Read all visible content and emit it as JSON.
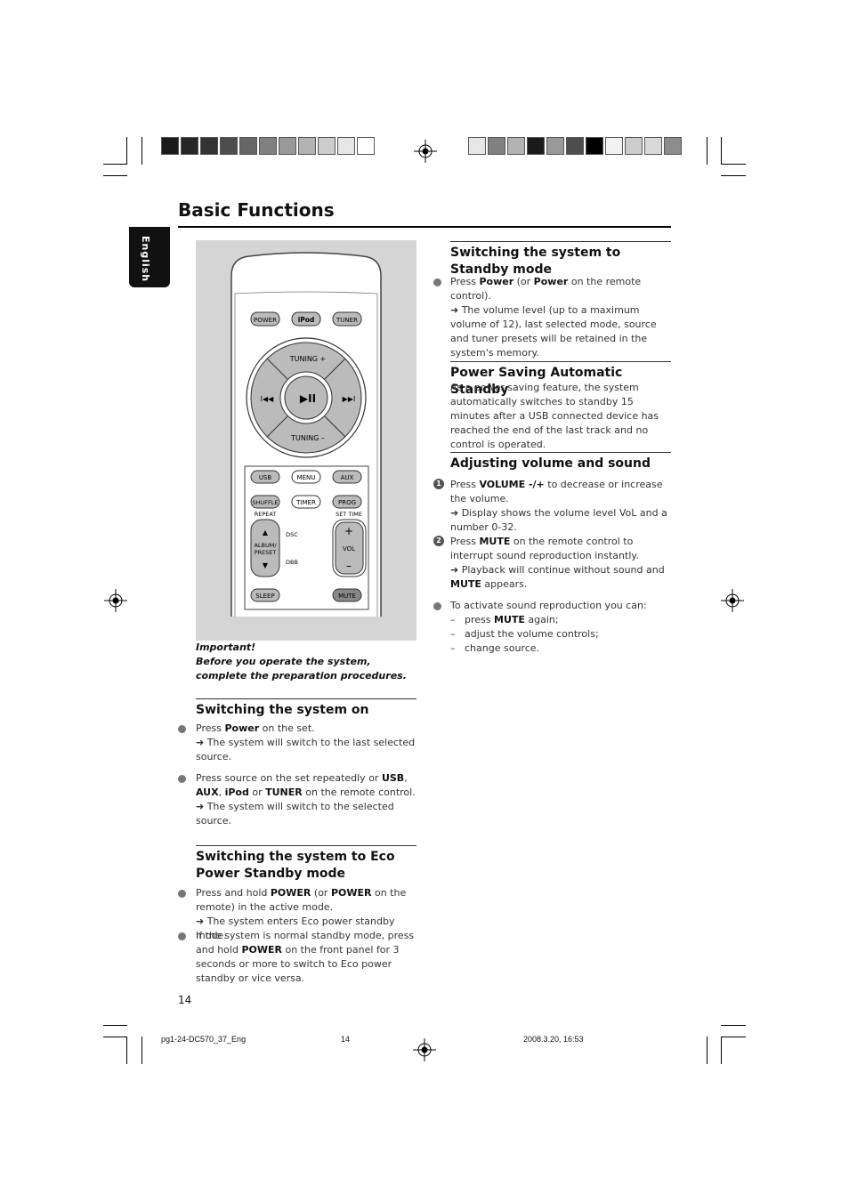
{
  "page": {
    "title": "Basic Functions",
    "language_tab": "English",
    "page_number": "14"
  },
  "colors": {
    "colorbar_left": [
      "#1a1a1a",
      "#262626",
      "#333333",
      "#4d4d4d",
      "#666666",
      "#808080",
      "#999999",
      "#b3b3b3",
      "#cccccc",
      "#e6e6e6",
      "#ffffff"
    ],
    "colorbar_right": [
      "#e6e6e6",
      "#808080",
      "#b3b3b3",
      "#1a1a1a",
      "#999999",
      "#4d4d4d",
      "#000000",
      "#f2f2f2",
      "#cccccc",
      "#d9d9d9",
      "#8c8c8c"
    ],
    "illustration_bg": "#d5d5d5"
  },
  "remote": {
    "buttons_top": [
      "POWER",
      "iPod",
      "TUNER"
    ],
    "tuning_plus": "TUNING +",
    "tuning_minus": "TUNING –",
    "play_pause": "▶II",
    "prev": "I◀◀",
    "next": "▶▶I",
    "row1": [
      "USB",
      "MENU",
      "AUX"
    ],
    "row2": [
      "SHUFFLE",
      "TIMER",
      "PROG"
    ],
    "row2_labels": [
      "REPEAT",
      "SET TIME"
    ],
    "album_preset": [
      "ALBUM/",
      "PRESET"
    ],
    "dsc": "DSC",
    "dbb": "DBB",
    "vol": "VOL",
    "vol_plus": "+",
    "vol_minus": "–",
    "arrow_up": "▲",
    "arrow_down": "▼",
    "bottom": [
      "SLEEP",
      "MUTE"
    ]
  },
  "important": {
    "line1": "Important!",
    "line2": "Before you operate the system, complete the preparation procedures."
  },
  "sections": {
    "switch_on": {
      "heading": "Switching the system on",
      "b1": {
        "pre": "Press ",
        "bold": "Power",
        "post": " on the set.",
        "result": "➜ The system will switch to the last selected source."
      },
      "b2": {
        "t1": "Press source on the set repeatedly or ",
        "b1": "USB",
        "t2": ", ",
        "b2": "AUX",
        "t3": ", ",
        "b3": "iPod",
        "t4": " or ",
        "b4": "TUNER",
        "t5": "  on the remote control.",
        "result": "➜ The system will switch to the selected source."
      }
    },
    "eco": {
      "heading": "Switching the system to Eco Power Standby mode",
      "b1": {
        "t1": "Press  and hold ",
        "b1": "POWER",
        "t2": " (or ",
        "b2": "POWER",
        "t3": " on the remote) in the active mode.",
        "result": "➜ The system enters Eco power standby mode."
      },
      "b2": {
        "t1": "If the system is normal standby mode, press and hold ",
        "b1": "POWER",
        "t2": " on the front panel for 3 seconds or more to switch to Eco power standby or vice versa."
      }
    },
    "standby": {
      "heading": "Switching the system to Standby mode",
      "b1": {
        "t1": "Press ",
        "b1": "Power",
        "t2": " (or ",
        "b2": "Power",
        "t3": " on the remote control).",
        "result": "➜ The volume level (up to a maximum volume of 12), last selected mode, source and tuner presets will be retained in the system's memory."
      }
    },
    "power_saving": {
      "heading": "Power Saving Automatic Standby",
      "body": "As a power-saving feature, the system automatically switches to standby 15 minutes after a USB connected device has reached the end of the last track and no control is operated."
    },
    "volume": {
      "heading": "Adjusting volume and sound",
      "s1": {
        "num": "1",
        "t1": "Press ",
        "b1": "VOLUME -/+",
        "t2": " to decrease or increase the volume.",
        "result": "➜ Display shows the volume level VoL and a number 0-32."
      },
      "s2": {
        "num": "2",
        "t1": "Press ",
        "b1": "MUTE",
        "t2": " on the remote control to interrupt sound reproduction instantly.",
        "result_pre": "➜ Playback will continue without sound and ",
        "result_bold": "MUTE",
        "result_post": " appears."
      },
      "b3": {
        "intro": "To activate sound reproduction you can:",
        "l1_pre": "press ",
        "l1_bold": "MUTE",
        "l1_post": " again;",
        "l2": "adjust the volume controls;",
        "l3": "change source.",
        "dash": "–"
      }
    }
  },
  "footer": {
    "file": "pg1-24-DC570_37_Eng",
    "page": "14",
    "date": "2008.3.20, 16:53"
  }
}
